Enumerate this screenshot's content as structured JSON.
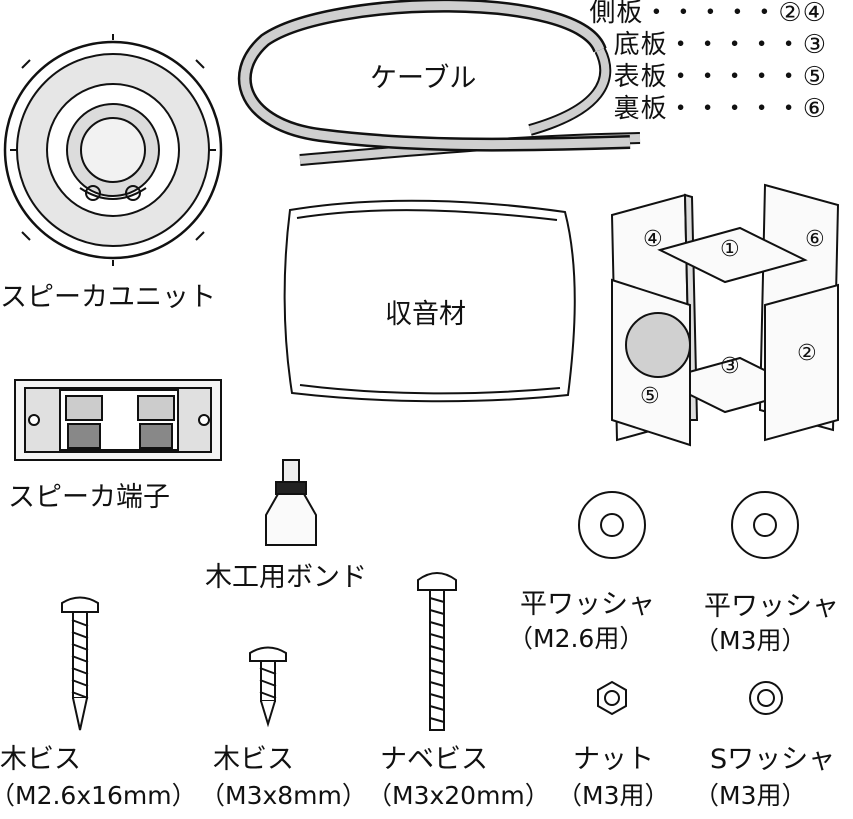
{
  "legend": [
    {
      "part": "側板",
      "dots": "・・・・・",
      "num": "②④"
    },
    {
      "part": "底板",
      "dots": "・・・・・",
      "num": "③"
    },
    {
      "part": "表板",
      "dots": "・・・・・",
      "num": "⑤"
    },
    {
      "part": "裏板",
      "dots": "・・・・・",
      "num": "⑥"
    }
  ],
  "labels": {
    "cable": "ケーブル",
    "speaker_unit": "スピーカユニット",
    "sound_absorber": "収音材",
    "speaker_terminal": "スピーカ端子",
    "wood_bond": "木工用ボンド",
    "washer_m26_name": "平ワッシャ",
    "washer_m26_spec": "（M2.6用）",
    "washer_m3_name": "平ワッシャ",
    "washer_m3_spec": "（M3用）",
    "wood_screw_long_name": "木ビス",
    "wood_screw_long_spec": "（M2.6x16mm）",
    "wood_screw_short_name": "木ビス",
    "wood_screw_short_spec": "（M3x8mm）",
    "pan_screw_name": "ナベビス",
    "pan_screw_spec": "（M3x20mm）",
    "nut_name": "ナット",
    "nut_spec": "（M3用）",
    "spring_washer_name": "Sワッシャ",
    "spring_washer_spec": "（M3用）"
  },
  "box_numbers": {
    "top": "①",
    "right_side": "②",
    "bottom": "③",
    "left_side": "④",
    "front": "⑤",
    "back": "⑥"
  }
}
